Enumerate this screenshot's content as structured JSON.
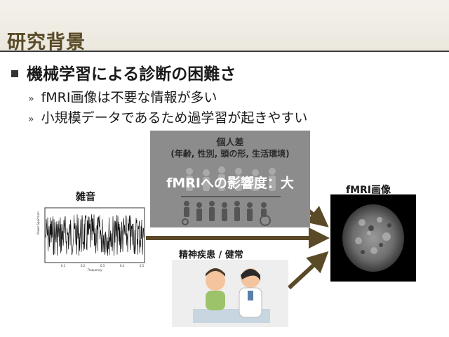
{
  "slide": {
    "title": "研究背景",
    "main_bullet": "機械学習による診断の困難さ",
    "sub_bullets": [
      "fMRI画像は不要な情報が多い",
      "小規模データであるため過学習が起きやすい"
    ],
    "sub_bullet_marker": "»"
  },
  "figure": {
    "individual_title": "個人差",
    "individual_sub": "(年齢, 性別, 頭の形, 生活環境)",
    "effect_text": "fMRIへの影響度：大",
    "noise_label": "雑音",
    "fmri_label": "fMRI画像",
    "psych_label": "精神疾患 / 健常",
    "arrow_color": "#5a4a28",
    "noise_axis": {
      "xlabel": "Frequency",
      "ylabel": "Power Spectrum",
      "x_ticks": [
        "0.1",
        "0.2",
        "0.3",
        "0.4",
        "0.5"
      ]
    }
  }
}
